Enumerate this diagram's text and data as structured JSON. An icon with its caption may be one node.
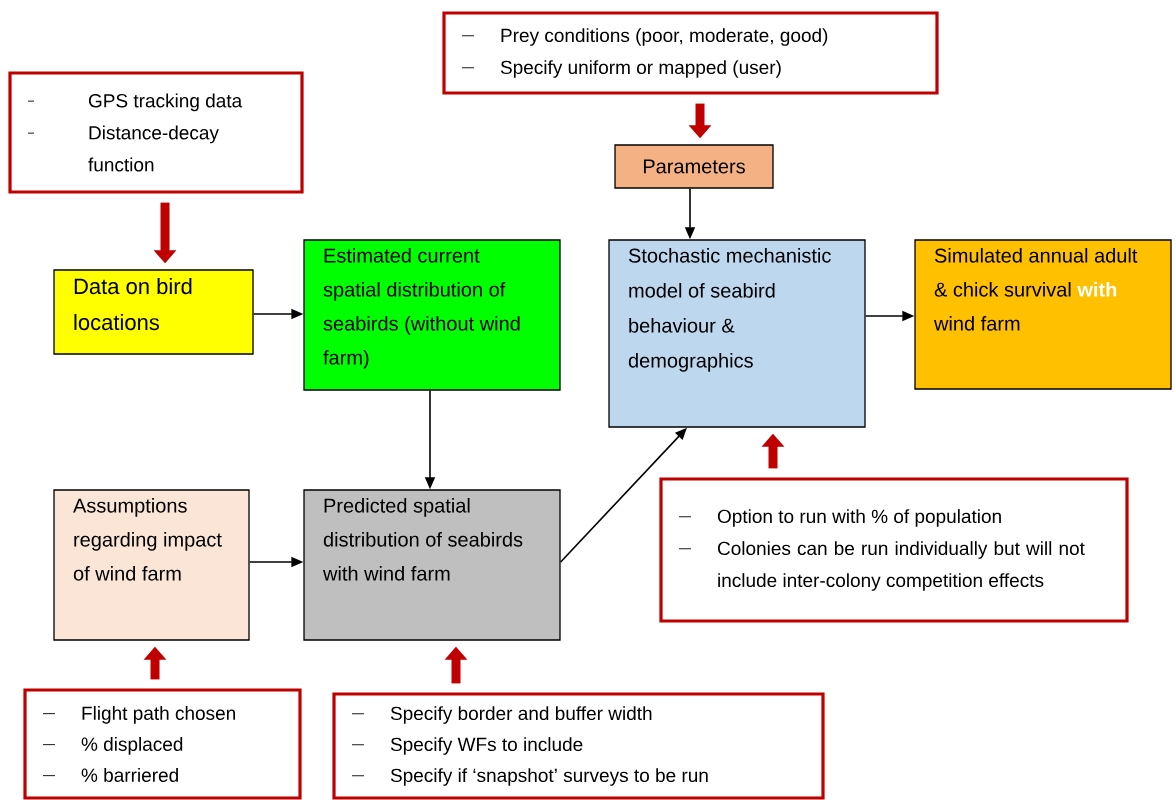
{
  "diagram": {
    "nodes": [
      {
        "text": [
          "GPS tracking data",
          "Distance-decay function"
        ]
      },
      {
        "text": [
          "Prey conditions (poor, moderate, good)",
          "Specify uniform or mapped (user)"
        ]
      },
      {
        "text": [
          "Parameters"
        ]
      },
      {
        "text": [
          "Data on bird locations"
        ]
      },
      {
        "text": [
          "Estimated current spatial distribution of seabirds (without wind farm)"
        ]
      },
      {
        "text": [
          "Stochastic mechanistic model of seabird behaviour & demographics"
        ]
      },
      {
        "text": [
          "Simulated annual adult & chick survival **with** wind farm"
        ]
      },
      {
        "text": [
          "Assumptions regarding impact of wind farm"
        ]
      },
      {
        "text": [
          "Predicted spatial distribution of seabirds with wind farm"
        ]
      },
      {
        "text": [
          "Option to run with % of population",
          "Colonies can be run individually but will not include inter-colony competition effects"
        ]
      },
      {
        "text": [
          "Flight path chosen",
          "% displaced",
          "% barriered"
        ]
      },
      {
        "text": [
          "Specify border and buffer width",
          "Specify WFs to include",
          "Specify if ‘snapshot’ surveys to be run"
        ]
      }
    ],
    "edges": [
      {
        "from": 0,
        "to": 3,
        "arrow": "to",
        "style": "thick",
        "color": "#c00000"
      },
      {
        "from": 1,
        "to": 2,
        "arrow": "to",
        "style": "thick",
        "color": "#c00000"
      },
      {
        "from": 2,
        "to": 5,
        "arrow": "to"
      },
      {
        "from": 3,
        "to": 4,
        "arrow": "to"
      },
      {
        "from": 4,
        "to": 8,
        "arrow": "to"
      },
      {
        "from": 7,
        "to": 8,
        "arrow": "to"
      },
      {
        "from": 8,
        "to": 5,
        "arrow": "to"
      },
      {
        "from": 5,
        "to": 6,
        "arrow": "to"
      },
      {
        "from": 9,
        "to": 5,
        "arrow": "to",
        "style": "thick",
        "color": "#c00000"
      },
      {
        "from": 10,
        "to": 7,
        "arrow": "to",
        "style": "thick",
        "color": "#c00000"
      },
      {
        "from": 11,
        "to": 8,
        "arrow": "to",
        "style": "thick",
        "color": "#c00000"
      }
    ]
  }
}
